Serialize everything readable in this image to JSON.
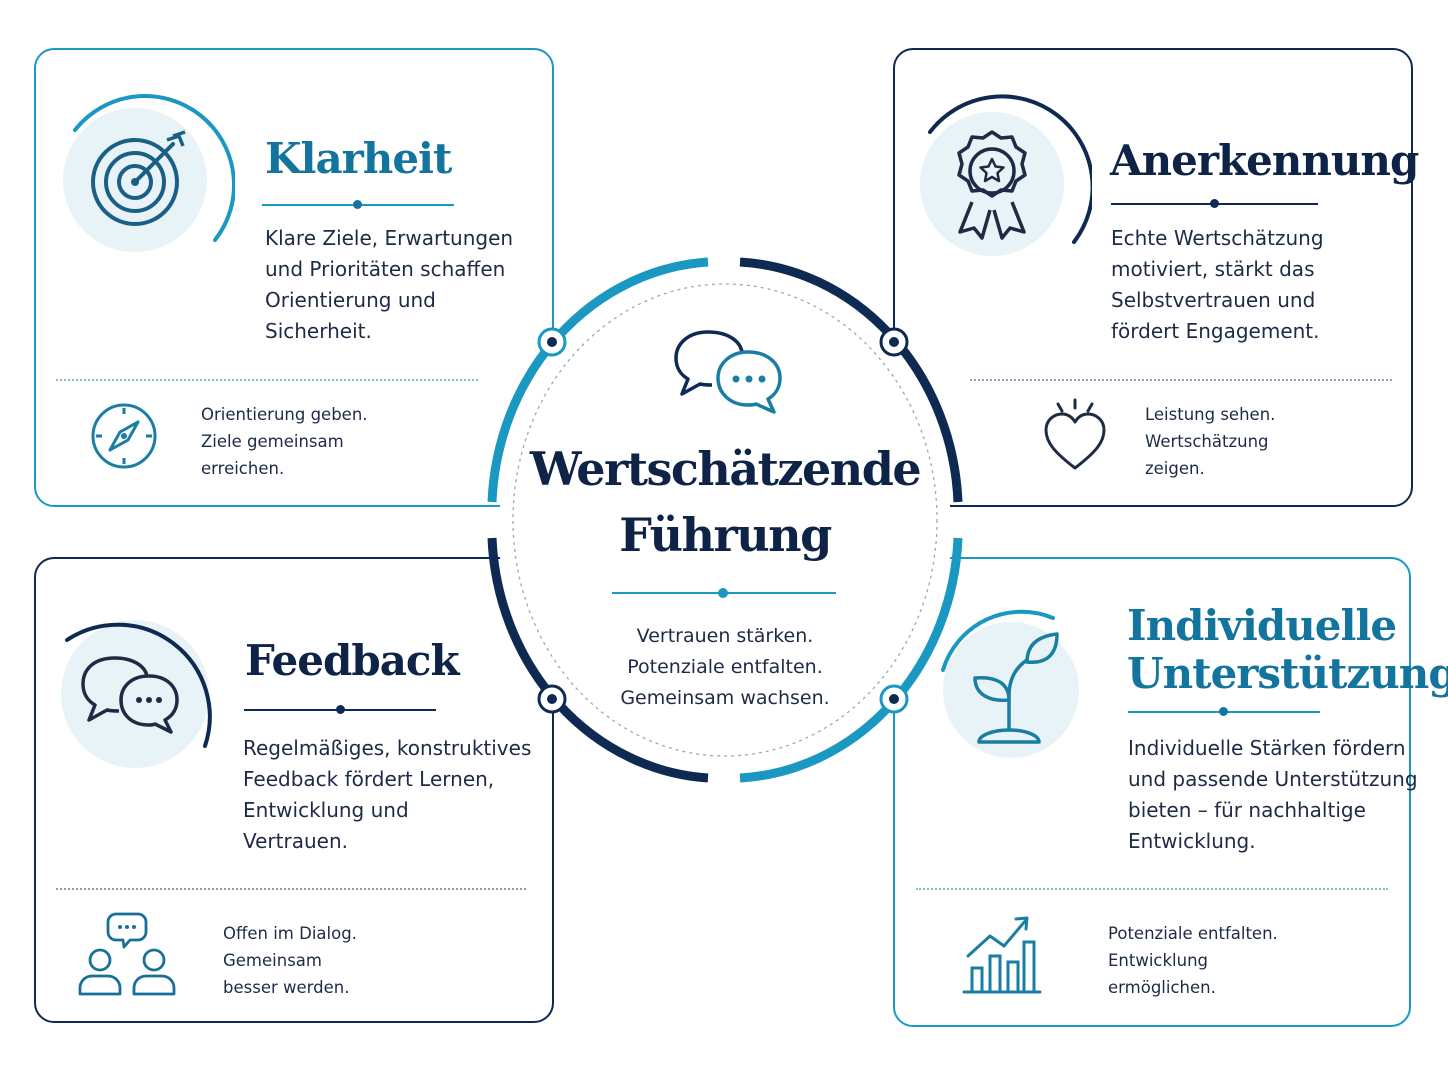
{
  "center": {
    "title_line1": "Wertschätzende",
    "title_line2": "Führung",
    "tagline": [
      "Vertrauen stärken.",
      "Potenziale entfalten.",
      "Gemeinsam wachsen."
    ],
    "icon": "chat-bubbles-icon"
  },
  "cards": {
    "klarheit": {
      "title": "Klarheit",
      "body": [
        "Klare Ziele, Erwartungen",
        "und Prioritäten schaffen",
        "Orientierung und",
        "Sicherheit."
      ],
      "footer": [
        "Orientierung geben.",
        "Ziele gemeinsam",
        "erreichen."
      ],
      "icon": "target-icon",
      "footer_icon": "compass-icon"
    },
    "anerkennung": {
      "title": "Anerkennung",
      "body": [
        "Echte Wertschätzung",
        "motiviert, stärkt das",
        "Selbstvertrauen und",
        "fördert Engagement."
      ],
      "footer": [
        "Leistung sehen.",
        "Wertschätzung",
        "zeigen."
      ],
      "icon": "award-ribbon-icon",
      "footer_icon": "heart-icon"
    },
    "feedback": {
      "title": "Feedback",
      "body": [
        "Regelmäßiges, konstruktives",
        "Feedback fördert Lernen,",
        "Entwicklung und",
        "Vertrauen."
      ],
      "footer": [
        "Offen im Dialog.",
        "Gemeinsam",
        "besser werden."
      ],
      "icon": "chat-bubbles-icon",
      "footer_icon": "people-dialog-icon"
    },
    "unterstuetzung": {
      "title_line1": "Individuelle",
      "title_line2": "Unterstützung",
      "body": [
        "Individuelle Stärken fördern",
        "und passende Unterstützung",
        "bieten – für nachhaltige",
        "Entwicklung."
      ],
      "footer": [
        "Potenziale entfalten.",
        "Entwicklung",
        "ermöglichen."
      ],
      "icon": "sprout-icon",
      "footer_icon": "growth-chart-icon"
    }
  },
  "colors": {
    "teal": "#1b98c2",
    "teal_dark": "#13759e",
    "navy": "#0e2a52",
    "icon_bg": "#e8f3f7"
  }
}
